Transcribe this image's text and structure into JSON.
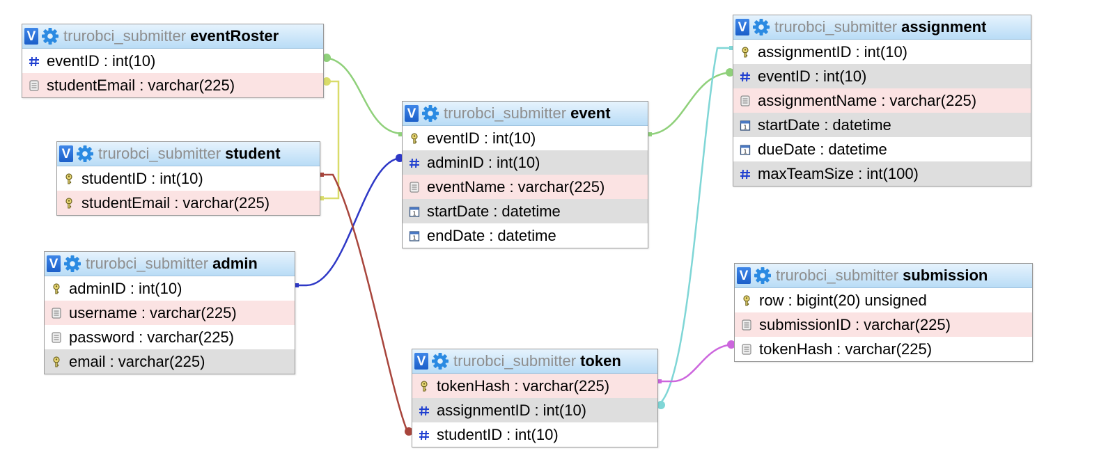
{
  "db_name": "trurobci_submitter",
  "v_label": "V",
  "tables": {
    "eventRoster": {
      "name": "eventRoster",
      "columns": [
        {
          "icon": "numeric-icon",
          "name": "eventID",
          "type": "int(10)"
        },
        {
          "icon": "text-icon",
          "name": "studentEmail",
          "type": "varchar(225)"
        }
      ]
    },
    "student": {
      "name": "student",
      "columns": [
        {
          "icon": "key-icon",
          "name": "studentID",
          "type": "int(10)"
        },
        {
          "icon": "key-icon",
          "name": "studentEmail",
          "type": "varchar(225)"
        }
      ]
    },
    "admin": {
      "name": "admin",
      "columns": [
        {
          "icon": "key-icon",
          "name": "adminID",
          "type": "int(10)"
        },
        {
          "icon": "text-icon",
          "name": "username",
          "type": "varchar(225)"
        },
        {
          "icon": "text-icon",
          "name": "password",
          "type": "varchar(225)"
        },
        {
          "icon": "key-icon",
          "name": "email",
          "type": "varchar(225)"
        }
      ]
    },
    "event": {
      "name": "event",
      "columns": [
        {
          "icon": "key-icon",
          "name": "eventID",
          "type": "int(10)"
        },
        {
          "icon": "numeric-icon",
          "name": "adminID",
          "type": "int(10)"
        },
        {
          "icon": "text-icon",
          "name": "eventName",
          "type": "varchar(225)"
        },
        {
          "icon": "date-icon",
          "name": "startDate",
          "type": "datetime"
        },
        {
          "icon": "date-icon",
          "name": "endDate",
          "type": "datetime"
        }
      ]
    },
    "token": {
      "name": "token",
      "columns": [
        {
          "icon": "key-icon",
          "name": "tokenHash",
          "type": "varchar(225)"
        },
        {
          "icon": "numeric-icon",
          "name": "assignmentID",
          "type": "int(10)"
        },
        {
          "icon": "numeric-icon",
          "name": "studentID",
          "type": "int(10)"
        }
      ]
    },
    "assignment": {
      "name": "assignment",
      "columns": [
        {
          "icon": "key-icon",
          "name": "assignmentID",
          "type": "int(10)"
        },
        {
          "icon": "numeric-icon",
          "name": "eventID",
          "type": "int(10)"
        },
        {
          "icon": "text-icon",
          "name": "assignmentName",
          "type": "varchar(225)"
        },
        {
          "icon": "date-icon",
          "name": "startDate",
          "type": "datetime"
        },
        {
          "icon": "date-icon",
          "name": "dueDate",
          "type": "datetime"
        },
        {
          "icon": "numeric-icon",
          "name": "maxTeamSize",
          "type": "int(100)"
        }
      ]
    },
    "submission": {
      "name": "submission",
      "columns": [
        {
          "icon": "key-icon",
          "name": "row",
          "type": "bigint(20) unsigned"
        },
        {
          "icon": "text-icon",
          "name": "submissionID",
          "type": "varchar(225)"
        },
        {
          "icon": "text-icon",
          "name": "tokenHash",
          "type": "varchar(225)"
        }
      ]
    }
  },
  "relations": [
    {
      "from": "eventRoster.eventID",
      "to": "event.eventID",
      "color": "#8fd07a"
    },
    {
      "from": "eventRoster.studentEmail",
      "to": "student.studentEmail",
      "color": "#d9dc6a"
    },
    {
      "from": "admin.adminID",
      "to": "event.adminID",
      "color": "#2e38c6"
    },
    {
      "from": "student.studentID",
      "to": "token.studentID",
      "color": "#a8453c"
    },
    {
      "from": "event.eventID",
      "to": "assignment.eventID",
      "color": "#8fd07a"
    },
    {
      "from": "assignment.assignmentID",
      "to": "token.assignmentID",
      "color": "#7fd6d6"
    },
    {
      "from": "token.tokenHash",
      "to": "submission.tokenHash",
      "color": "#cc66dd"
    }
  ]
}
